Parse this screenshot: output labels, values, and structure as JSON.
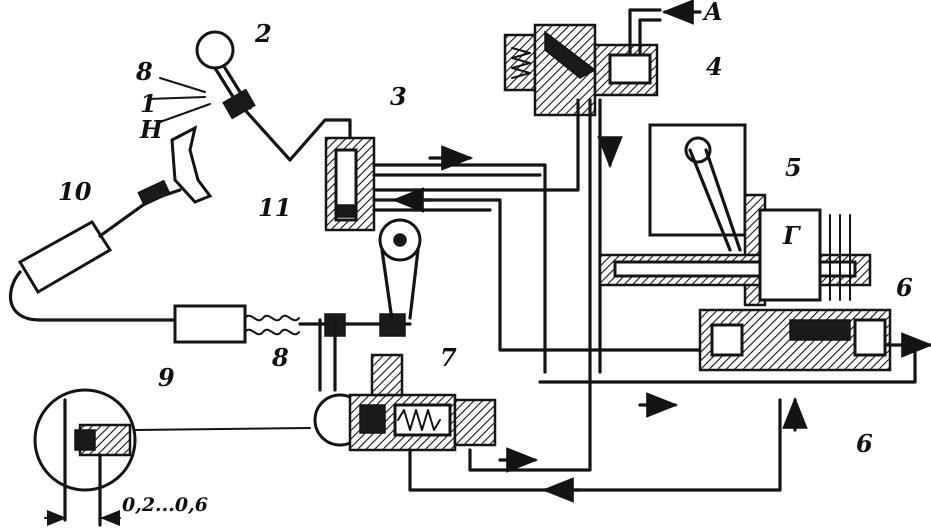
{
  "labels": {
    "input_a": "A",
    "n1": "1",
    "n2": "2",
    "n3": "3",
    "n4": "4",
    "n5": "5",
    "n6a": "6",
    "n6b": "6",
    "n7": "7",
    "n8a": "8",
    "n8b": "8",
    "n9": "9",
    "n10": "10",
    "n11": "11",
    "h": "Н",
    "g": "Г",
    "gap": "0,2...0,6"
  },
  "colors": {
    "ink": "#141414",
    "paper": "#ffffff"
  }
}
